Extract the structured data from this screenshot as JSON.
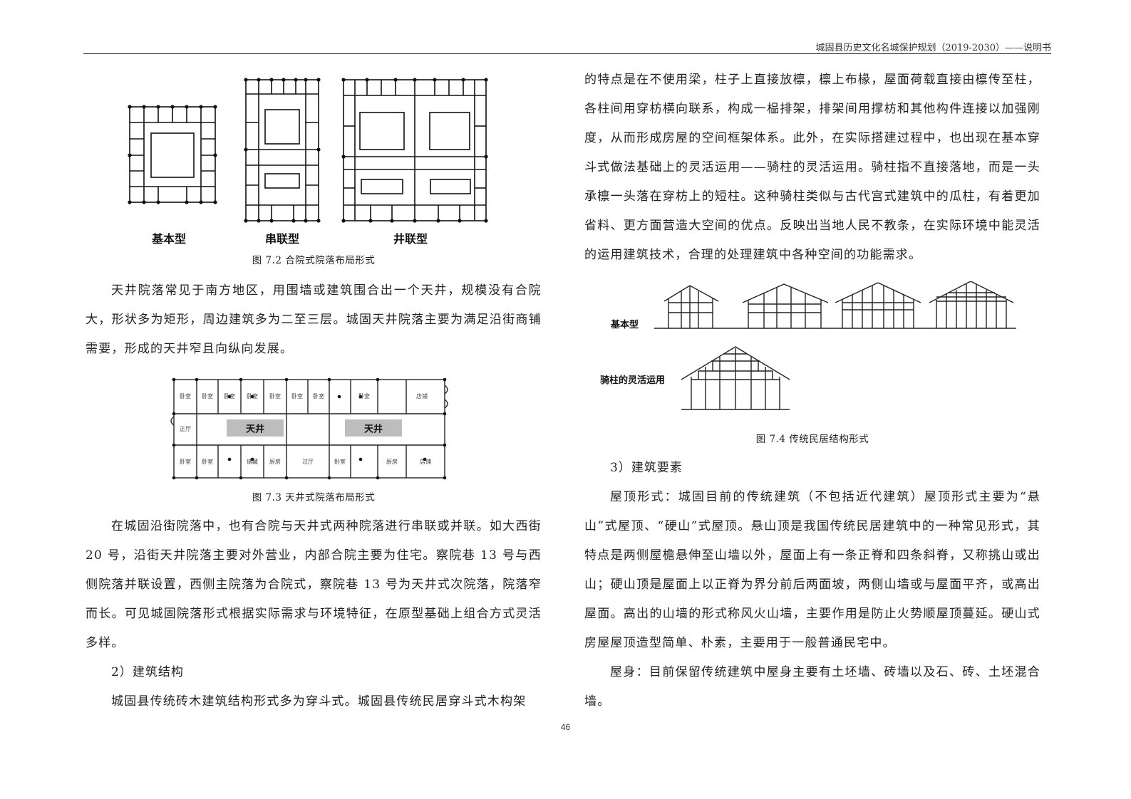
{
  "header": {
    "title": "城固县历史文化名城保护规划（2019-2030）——说明书"
  },
  "figure_7_2": {
    "labels": [
      "基本型",
      "串联型",
      "井联型"
    ],
    "caption": "图 7.2  合院式院落布局形式"
  },
  "para_tianjing": "天井院落常见于南方地区，用围墙或建筑围合出一个天井，规模没有合院大，形状多为矩形，周边建筑多为二至三层。城固天井院落主要为满足沿街商铺需要，形成的天井窄且向纵向发展。",
  "figure_7_3": {
    "top_rooms": [
      "卧室",
      "卧室",
      "卧室",
      "卧室",
      "卧室",
      "卧室",
      "卧室",
      "卧室",
      "店铺"
    ],
    "bottom_rooms": [
      "卧室",
      "卧室",
      "储藏",
      "厨房",
      "过厅",
      "卧室",
      "厨房",
      "店铺"
    ],
    "hall": "正厅",
    "wells": [
      "天井",
      "天井"
    ],
    "caption": "图 7.3  天井式院落布局形式"
  },
  "para_combo": "在城固沿街院落中，也有合院与天井式两种院落进行串联或并联。如大西街 20 号，沿街天井院落主要对外营业，内部合院主要为住宅。察院巷 13 号与西侧院落并联设置，西侧主院落为合院式，察院巷 13 号为天井式次院落，院落窄而长。可见城固院落形式根据实际需求与环境特征，在原型基础上组合方式灵活多样。",
  "heading_structure": "2）建筑结构",
  "para_structure_start": "城固县传统砖木建筑结构形式多为穿斗式。城固县传统民居穿斗式木构架",
  "para_structure_cont": "的特点是在不使用梁，柱子上直接放檩，檩上布椽，屋面荷载直接由檩传至柱，各柱间用穿枋横向联系，构成一榀排架，排架间用撑枋和其他构件连接以加强刚度，从而形成房屋的空间框架体系。此外，在实际搭建过程中，也出现在基本穿斗式做法基础上的灵活运用——骑柱的灵活运用。骑柱指不直接落地，而是一头承檩一头落在穿枋上的短柱。这种骑柱类似与古代宫式建筑中的瓜柱，有着更加省料、更方面营造大空间的优点。反映出当地人民不教条，在实际环境中能灵活的运用建筑技术，合理的处理建筑中各种空间的功能需求。",
  "figure_7_4": {
    "label_basic": "基本型",
    "label_qizhu": "骑柱的灵活运用",
    "caption": "图 7.4  传统民居结构形式"
  },
  "heading_elements": "3）建筑要素",
  "para_roof": "屋顶形式：城固目前的传统建筑（不包括近代建筑）屋顶形式主要为“悬山”式屋顶、“硬山”式屋顶。悬山顶是我国传统民居建筑中的一种常见形式，其特点是两侧屋檐悬伸至山墙以外，屋面上有一条正脊和四条斜脊，又称挑山或出山；硬山顶是屋面上以正脊为界分前后两面坡，两侧山墙或与屋面平齐，或高出屋面。高出的山墙的形式称风火山墙，主要作用是防止火势顺屋顶蔓延。硬山式房屋屋顶造型简单、朴素，主要用于一般普通民宅中。",
  "para_body": "屋身：目前保留传统建筑中屋身主要有土坯墙、砖墙以及石、砖、土坯混合墙。",
  "page_number": "46"
}
